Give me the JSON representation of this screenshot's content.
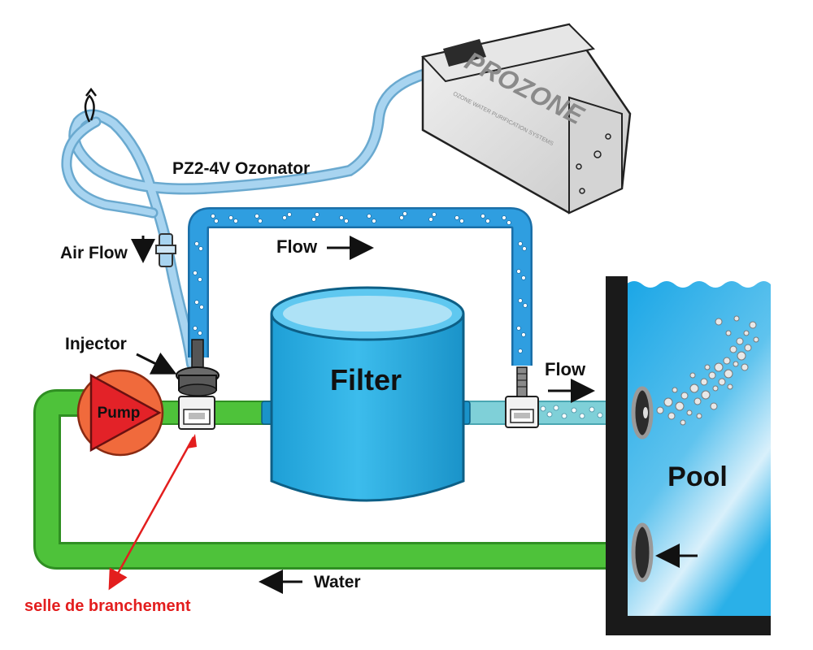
{
  "brand": {
    "name": "PROZONE",
    "tagline": "OZONE WATER PURIFICATION SYSTEMS"
  },
  "labels": {
    "ozonator": "PZ2-4V Ozonator",
    "air_flow": "Air Flow",
    "flow_top": "Flow",
    "injector": "Injector",
    "pump": "Pump",
    "filter": "Filter",
    "flow_right": "Flow",
    "pool": "Pool",
    "water": "Water",
    "saddle": "selle de branchement"
  },
  "colors": {
    "water_pipe": "#4ec23a",
    "air_hose": "#a8d4f0",
    "ozone_pipe": "#2f9ee0",
    "filter": "#2aaee0",
    "pump": "#f06a3c",
    "pump_arrow": "#e32228",
    "pool_water": "#2ab0e8",
    "annotation": "#e31e1e",
    "wall": "#1a1a1a"
  }
}
